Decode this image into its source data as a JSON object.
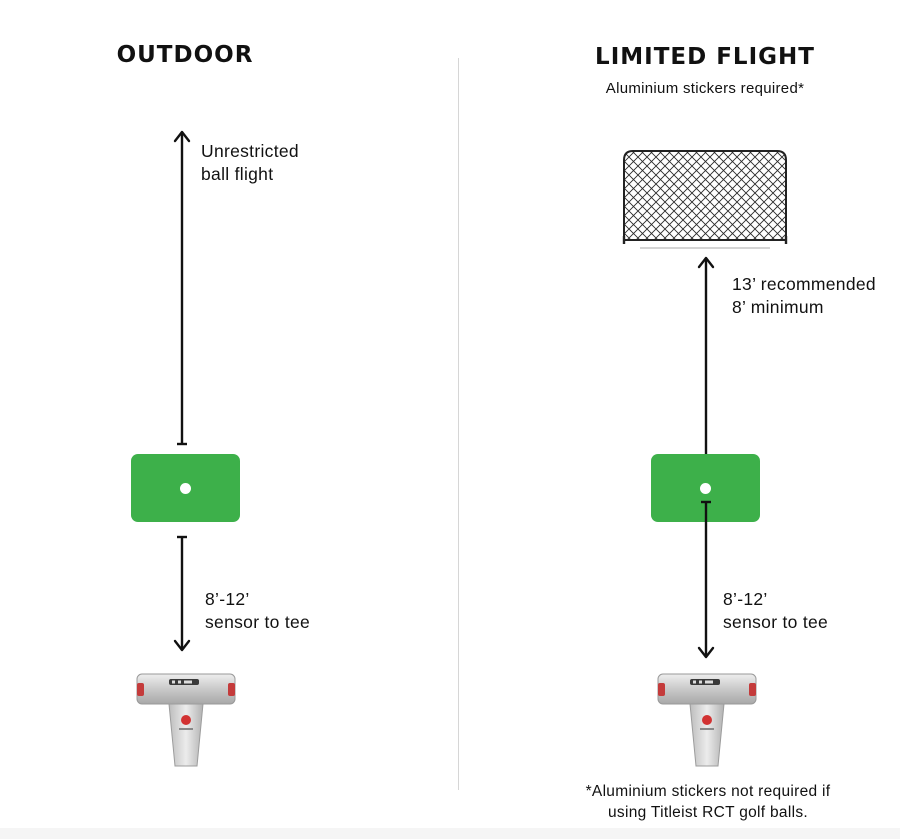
{
  "outdoor": {
    "title": "OUTDOOR",
    "flight_label": [
      "Unrestricted",
      "ball flight"
    ],
    "distance_label": [
      "8’-12’",
      "sensor to tee"
    ]
  },
  "limited": {
    "title": "LIMITED FLIGHT",
    "subtitle": "Aluminium stickers required*",
    "net_distance_label": [
      "13’ recommended",
      "8’ minimum"
    ],
    "distance_label": [
      "8’-12’",
      "sensor to tee"
    ],
    "footnote": [
      "*Aluminium stickers not required if",
      "using Titleist RCT golf balls."
    ]
  },
  "colors": {
    "mat": "#3db04a",
    "arrow": "#111111",
    "net": "#222222",
    "divider": "#d6d6d6"
  },
  "icons": {
    "sensor": "launch-monitor-sensor",
    "net": "hitting-net",
    "mat": "hitting-mat"
  }
}
